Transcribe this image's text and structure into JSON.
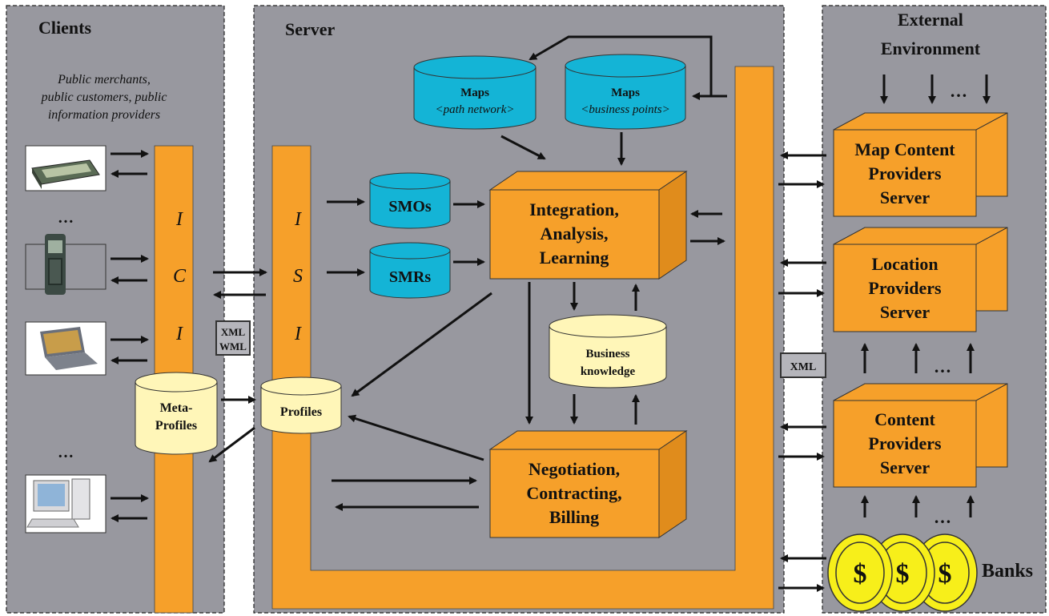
{
  "colors": {
    "panel": "#98989f",
    "orange": "#f6a02a",
    "orange_dark": "#e08c1c",
    "cyan": "#14b4d6",
    "cream": "#fff6b8",
    "coin": "#f7ef1a",
    "arrow": "#111111"
  },
  "panels": {
    "clients": {
      "title": "Clients",
      "subtitle_lines": [
        "Public merchants,",
        "public customers, public",
        "information providers"
      ],
      "ellipsis_1": "…",
      "ellipsis_2": "…",
      "devices": [
        "pda-image",
        "mobile-phone-image",
        "laptop-image",
        "desktop-computer-image"
      ]
    },
    "server": {
      "title": "Server"
    },
    "external": {
      "title_lines": [
        "External",
        "Environment"
      ],
      "ellipsis": "…"
    }
  },
  "ici": {
    "letters": [
      "I",
      "C",
      "I"
    ]
  },
  "isi": {
    "letters": [
      "I",
      "S",
      "I"
    ]
  },
  "interface_tags": {
    "xml_wml": [
      "XML",
      "WML"
    ],
    "xml": "XML"
  },
  "databases": {
    "meta_profiles": [
      "Meta-",
      "Profiles"
    ],
    "profiles": "Profiles",
    "maps_path": {
      "title": "Maps",
      "sub": "<path network>"
    },
    "maps_business": {
      "title": "Maps",
      "sub": "<business points>"
    },
    "smos": "SMOs",
    "smrs": "SMRs",
    "business_knowledge": [
      "Business",
      "knowledge"
    ]
  },
  "modules": {
    "integration": [
      "Integration,",
      "Analysis,",
      "Learning"
    ],
    "negotiation": [
      "Negotiation,",
      "Contracting,",
      "Billing"
    ]
  },
  "external_servers": {
    "map_content": [
      "Map Content",
      "Providers",
      "Server"
    ],
    "location": [
      "Location",
      "Providers",
      "Server"
    ],
    "content": [
      "Content",
      "Providers",
      "Server"
    ]
  },
  "banks": {
    "label": "Banks",
    "coin_symbol": "$"
  }
}
